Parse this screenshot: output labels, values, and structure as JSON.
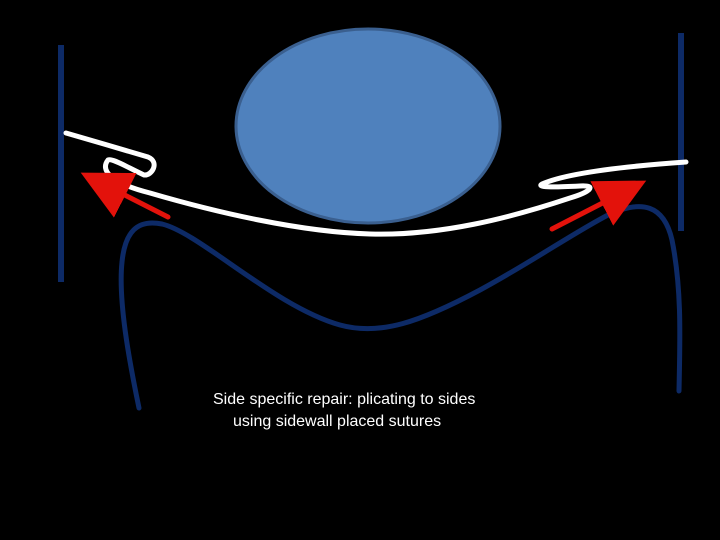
{
  "caption": {
    "line1": "Side specific repair: plicating to sides",
    "line2": "using sidewall placed sutures"
  },
  "colors": {
    "background": "#000000",
    "sidewall": "#0d2a66",
    "organ_fill": "#4f81bd",
    "organ_stroke": "#3a5f8f",
    "suture": "#ffffff",
    "arrow": "#e3120b",
    "caption": "#ffffff"
  },
  "shapes": {
    "organ": "ellipse",
    "suture": "white-line",
    "arrows": "red-arrows",
    "walls": "vertical-lines",
    "fold": "curved-line"
  }
}
